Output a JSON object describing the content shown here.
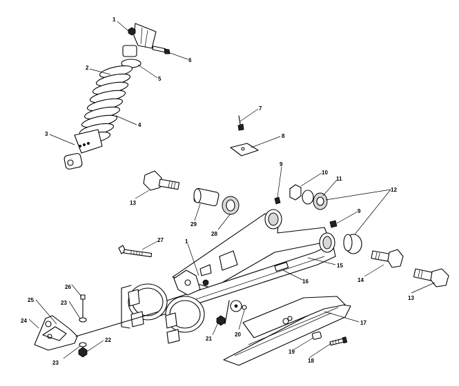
{
  "callouts": [
    {
      "id": "c1a",
      "text": "1"
    },
    {
      "id": "c2",
      "text": "2"
    },
    {
      "id": "c3",
      "text": "3"
    },
    {
      "id": "c4",
      "text": "4"
    },
    {
      "id": "c5",
      "text": "5"
    },
    {
      "id": "c6",
      "text": "6"
    },
    {
      "id": "c7",
      "text": "7"
    },
    {
      "id": "c8",
      "text": "8"
    },
    {
      "id": "c9a",
      "text": "9"
    },
    {
      "id": "c9b",
      "text": "9"
    },
    {
      "id": "c10",
      "text": "10"
    },
    {
      "id": "c11",
      "text": "11"
    },
    {
      "id": "c12",
      "text": "12"
    },
    {
      "id": "c13a",
      "text": "13"
    },
    {
      "id": "c13b",
      "text": "13"
    },
    {
      "id": "c14",
      "text": "14"
    },
    {
      "id": "c15",
      "text": "15"
    },
    {
      "id": "c16",
      "text": "16"
    },
    {
      "id": "c17",
      "text": "17"
    },
    {
      "id": "c18",
      "text": "18"
    },
    {
      "id": "c19",
      "text": "19"
    },
    {
      "id": "c20",
      "text": "20"
    },
    {
      "id": "c21",
      "text": "21"
    },
    {
      "id": "c22",
      "text": "22"
    },
    {
      "id": "c23a",
      "text": "23"
    },
    {
      "id": "c23b",
      "text": "23"
    },
    {
      "id": "c24",
      "text": "24"
    },
    {
      "id": "c25",
      "text": "25"
    },
    {
      "id": "c26",
      "text": "26"
    },
    {
      "id": "c27",
      "text": "27"
    },
    {
      "id": "c28",
      "text": "28"
    },
    {
      "id": "c29",
      "text": "29"
    },
    {
      "id": "c1b",
      "text": "1"
    }
  ]
}
